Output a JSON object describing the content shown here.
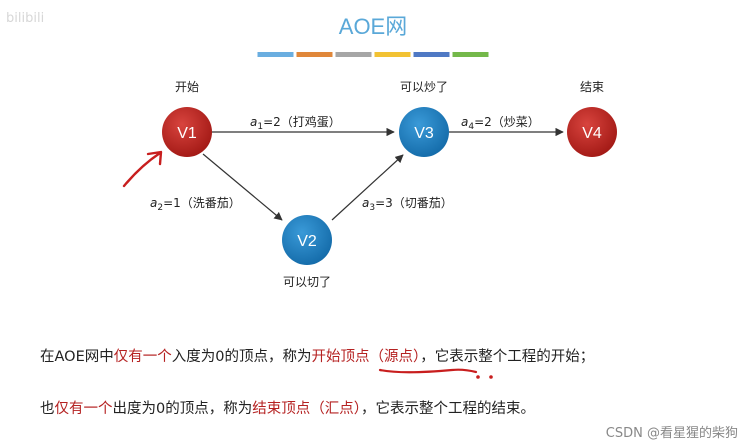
{
  "watermark": "bilibili",
  "title": "AOE网",
  "title_bar_colors": [
    "#6aaee0",
    "#e0873a",
    "#a6a6a6",
    "#f2c233",
    "#4f79c4",
    "#74b84a"
  ],
  "nodes": [
    {
      "id": "V1",
      "label": "V1",
      "caption": "开始",
      "color": "#b7201c"
    },
    {
      "id": "V2",
      "label": "V2",
      "caption": "可以切了",
      "color": "#1a7bc0"
    },
    {
      "id": "V3",
      "label": "V3",
      "caption": "可以炒了",
      "color": "#1a7bc0"
    },
    {
      "id": "V4",
      "label": "V4",
      "caption": "结束",
      "color": "#b7201c"
    }
  ],
  "edges": [
    {
      "from": "V1",
      "to": "V3",
      "name": "a",
      "sub": "1",
      "rest": "=2（打鸡蛋）"
    },
    {
      "from": "V1",
      "to": "V2",
      "name": "a",
      "sub": "2",
      "rest": "=1（洗番茄）"
    },
    {
      "from": "V2",
      "to": "V3",
      "name": "a",
      "sub": "3",
      "rest": "=3（切番茄）"
    },
    {
      "from": "V3",
      "to": "V4",
      "name": "a",
      "sub": "4",
      "rest": "=2（炒菜）"
    }
  ],
  "para1": {
    "t1": "在AOE网中",
    "t2": "仅有一个",
    "t3": "入度为0的顶点，称为",
    "t4": "开始顶点（源点）",
    "t5": "，它表示整个工程的开始；"
  },
  "para2": {
    "t1": "也",
    "t2": "仅有一个",
    "t3": "出度为0的顶点，称为",
    "t4": "结束顶点（汇点）",
    "t5": "，它表示整个工程的结束。"
  },
  "credit": "CSDN @看星猩的柴狗",
  "accent_red": "#b52222",
  "annotation_color": "#c81e1e"
}
